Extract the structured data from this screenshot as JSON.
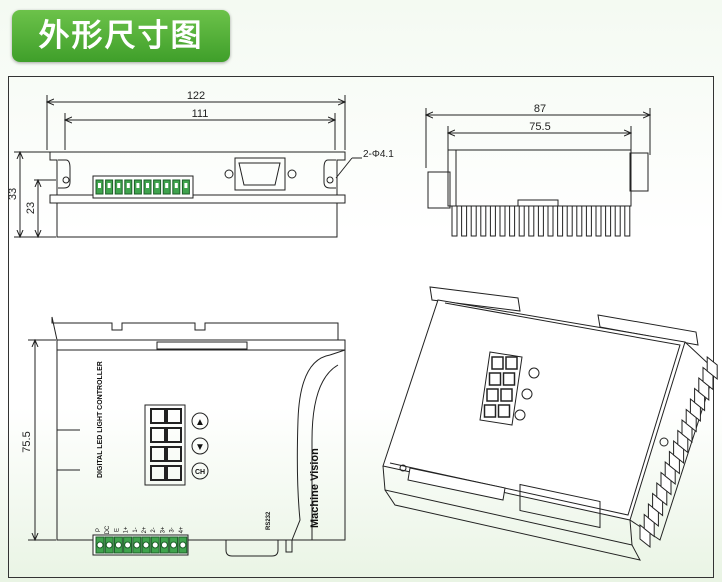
{
  "title": "外形尺寸图",
  "dimensions": {
    "width_total": "122",
    "width_holes": "111",
    "height_total": "33",
    "height_body": "23",
    "hole_spec": "2-Φ4.1",
    "side_total": "87",
    "side_inner": "75.5",
    "bottom_height": "75.5"
  },
  "panel": {
    "product_text": "DIGITAL LED LIGHT CONTROLLER",
    "brand_text": "Machine Vision",
    "button_labels": [
      "▲",
      "▼",
      "CH"
    ],
    "terminal_labels": [
      "P",
      "DC",
      "E",
      "1+",
      "1-",
      "2+",
      "2-",
      "3+",
      "3-",
      "4+"
    ],
    "rs_label": "RS232"
  },
  "colors": {
    "banner": "#4bab32",
    "line": "#222222",
    "terminal": "#3fa34d"
  }
}
